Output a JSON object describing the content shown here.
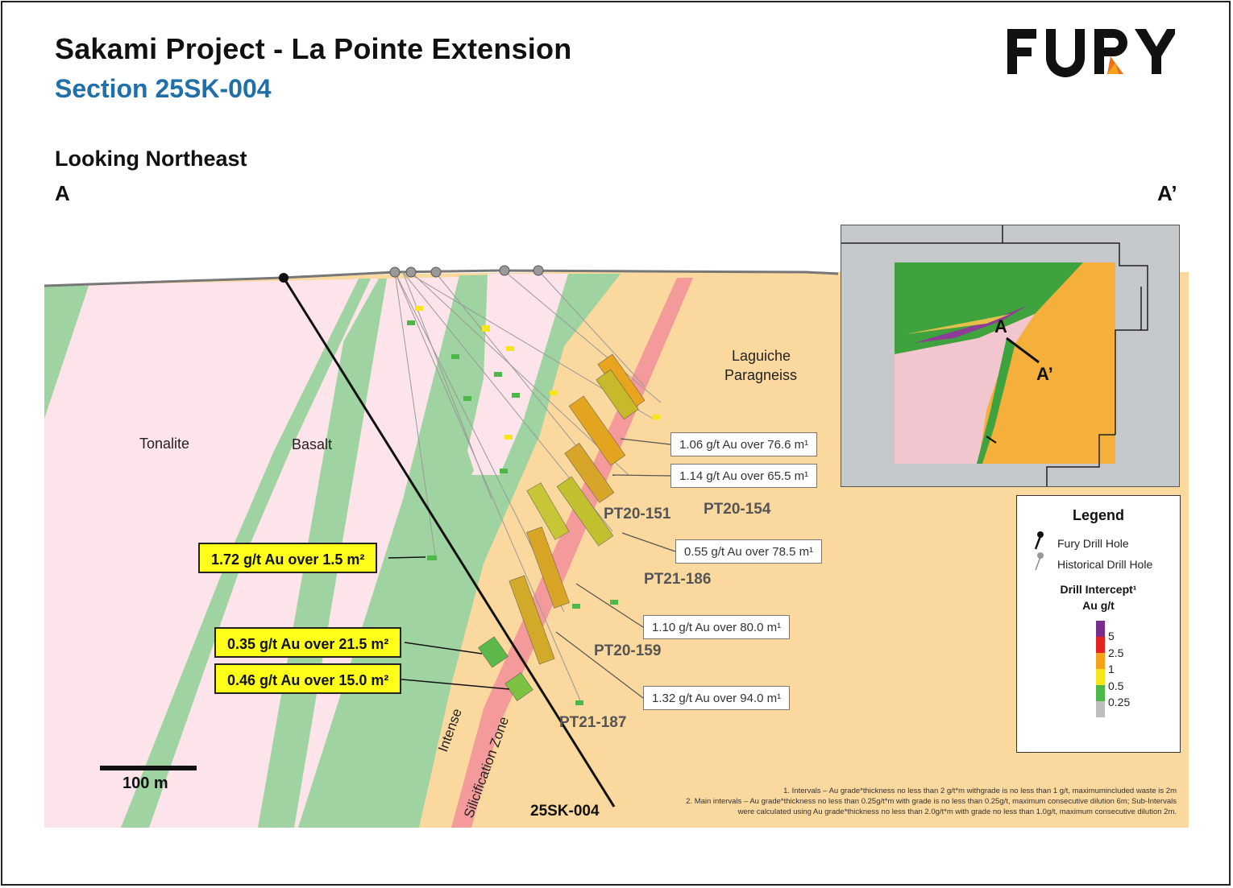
{
  "header": {
    "title": "Sakami Project - La Pointe Extension",
    "subtitle": "Section 25SK-004",
    "logo_text": "FURY",
    "view_direction": "Looking Northeast",
    "section_start": "A",
    "section_end": "A’"
  },
  "colors": {
    "title": "#111111",
    "subtitle": "#1f6fa8",
    "tonalite": "#fde4ea",
    "basalt": "#9fd3a1",
    "paragneiss": "#fbd89e",
    "silicification": "#f59a9a",
    "logo_accent": "#e8731c"
  },
  "units": {
    "tonalite": "Tonalite",
    "basalt": "Basalt",
    "paragneiss_line1": "Laguiche",
    "paragneiss_line2": "Paragneiss",
    "silicification_line1": "Intense",
    "silicification_line2": "Silicification Zone"
  },
  "drill_holes": [
    {
      "id": "25SK-004",
      "type": "Fury Drill Hole"
    },
    {
      "id": "PT20-151",
      "type": "Historical Drill Hole"
    },
    {
      "id": "PT20-154",
      "type": "Historical Drill Hole"
    },
    {
      "id": "PT21-186",
      "type": "Historical Drill Hole"
    },
    {
      "id": "PT20-159",
      "type": "Historical Drill Hole"
    },
    {
      "id": "PT21-187",
      "type": "Historical Drill Hole"
    }
  ],
  "intercepts_historical": [
    {
      "text": "1.06 g/t Au over 76.6 m¹"
    },
    {
      "text": "1.14 g/t Au over 65.5 m¹"
    },
    {
      "text": "0.55 g/t Au over 78.5 m¹"
    },
    {
      "text": "1.10 g/t Au over 80.0 m¹"
    },
    {
      "text": "1.32 g/t Au over 94.0 m¹"
    }
  ],
  "intercepts_fury": [
    {
      "text": "1.72 g/t Au over 1.5 m²"
    },
    {
      "text": "0.35 g/t Au over 21.5 m²"
    },
    {
      "text": "0.46 g/t Au over 15.0 m²"
    }
  ],
  "inset_map": {
    "label_a": "A",
    "label_a2": "A’"
  },
  "legend": {
    "title": "Legend",
    "fury_hole": "Fury Drill Hole",
    "historical_hole": "Historical Drill Hole",
    "intercept_title": "Drill Intercept¹",
    "intercept_unit": "Au g/t",
    "scale": [
      {
        "value": "5",
        "color": "#7b2d8e"
      },
      {
        "value": "2.5",
        "color": "#e52421"
      },
      {
        "value": "1",
        "color": "#f7a21b"
      },
      {
        "value": "0.5",
        "color": "#f5e51a"
      },
      {
        "value": "0.25",
        "color": "#4db848"
      },
      {
        "value": "",
        "color": "#bdbdbd"
      }
    ]
  },
  "scale_bar": {
    "label": "100 m"
  },
  "footnotes": {
    "note1": "1. Intervals – Au grade*thickness no less than 2 g/t*m withgrade is no less than 1 g/t, maximumincluded waste is 2m",
    "note2a": "2. Main intervals – Au grade*thickness no less than 0.25g/t*m with grade is no less than 0.25g/t, maximum consecutive dilution 6m; Sub-Intervals",
    "note2b": "were calculated using Au grade*thickness no less than 2.0g/t*m with grade no less than 1.0g/t, maximum consecutive dilution 2m."
  }
}
